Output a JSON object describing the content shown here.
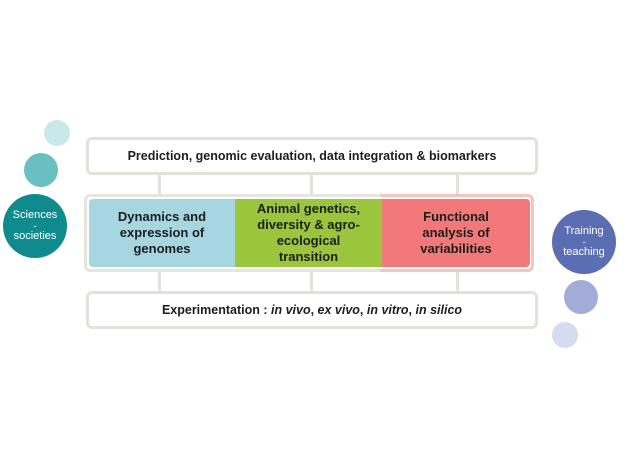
{
  "top_bar": {
    "text": "Prediction, genomic evaluation, data integration & biomarkers"
  },
  "pillars": [
    {
      "text": "Dynamics and expression of genomes"
    },
    {
      "text": "Animal genetics, diversity & agro-ecological transition"
    },
    {
      "text": "Functional analysis of variabilities"
    }
  ],
  "bottom_bar": {
    "prefix": "Experimentation : ",
    "items": [
      "in vivo",
      "ex vivo",
      "in vitro",
      "in silico"
    ],
    "separator": ", "
  },
  "left_circle": {
    "line1": "Sciences",
    "separator": "-",
    "line2": "societies"
  },
  "right_circle": {
    "line1": "Training",
    "separator": "-",
    "line2": "teaching"
  },
  "colors": {
    "pillar1": "#a6d6e0",
    "pillar2": "#9bc53d",
    "pillar3": "#f2787a",
    "teal_dark": "#0f8b8d",
    "teal_mid": "#69bfc2",
    "teal_light": "#c9e8ea",
    "blue_dark": "#5b6db3",
    "blue_mid": "#a3acd8",
    "blue_light": "#d6dbef",
    "frame_gray": "#e2e2dc"
  }
}
